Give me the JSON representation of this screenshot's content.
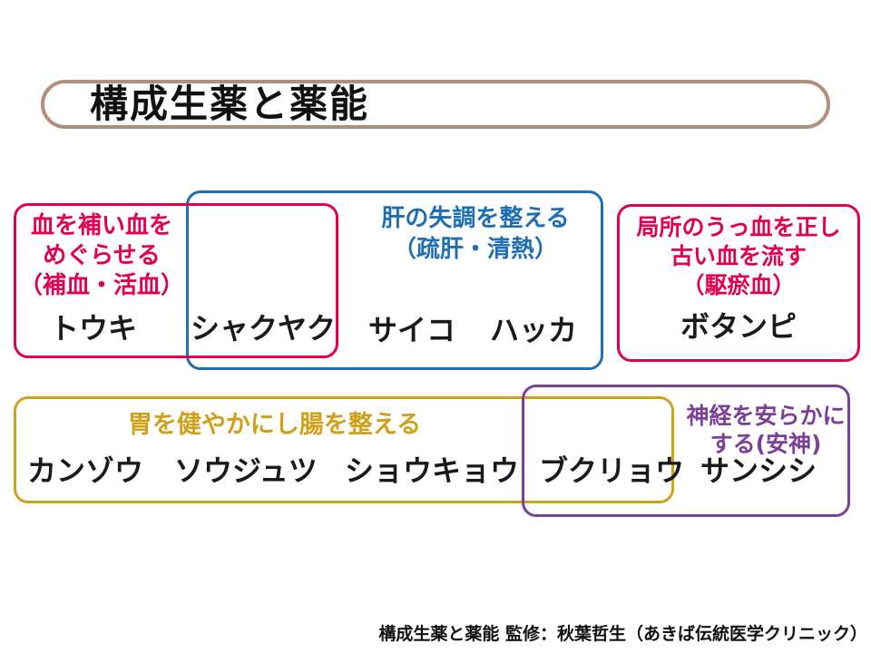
{
  "slide": {
    "title": "構成生薬と薬能",
    "caption": "構成生薬と薬能 監修：秋葉哲生（あきば伝統医学クリニック）"
  },
  "colors": {
    "title_border": "#b28e7c",
    "pink": "#e30050",
    "blue": "#1e6eb3",
    "gold": "#d0a11a",
    "purple": "#7d3e97",
    "herb_text": "#1a1a1a"
  },
  "groups": {
    "blood": {
      "effect_lines": [
        "血を補い血を",
        "めぐらせる",
        "（補血・活血）"
      ]
    },
    "liver": {
      "effect_lines": [
        "肝の失調を整える",
        "（疏肝・清熱）"
      ]
    },
    "stasis": {
      "effect_lines": [
        "局所のうっ血を正し",
        "古い血を流す",
        "（駆瘀血）"
      ]
    },
    "stomach": {
      "effect_lines": [
        "胃を健やかにし腸を整える"
      ]
    },
    "nerves": {
      "effect_lines": [
        "神経を安らかに",
        "する(安神)"
      ]
    }
  },
  "herbs": {
    "touki": "トウキ",
    "shakuyaku": "シャクヤク",
    "saiko": "サイコ",
    "hakka": "ハッカ",
    "botanpi": "ボタンピ",
    "kanzou": "カンゾウ",
    "soujutsu": "ソウジュツ",
    "shoukyou": "ショウキョウ",
    "bukuryou": "ブクリョウ",
    "sanshishi": "サンシシ"
  }
}
